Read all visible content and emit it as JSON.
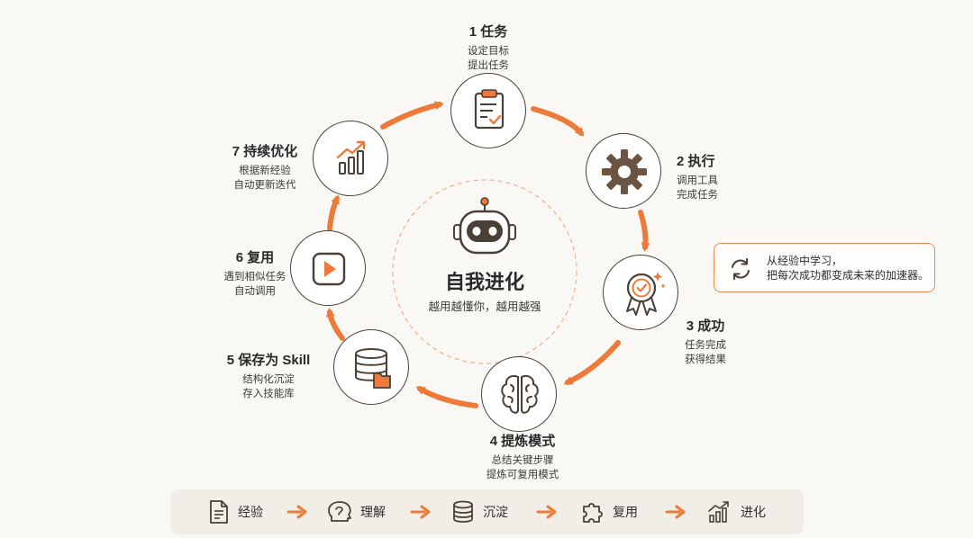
{
  "colors": {
    "accent": "#ee7a3a",
    "ink": "#4a4036",
    "background": "#faf8f4"
  },
  "center": {
    "title": "自我进化",
    "subtitle": "越用越懂你，越用越强",
    "icon": "robot-icon"
  },
  "steps": [
    {
      "title": "1 任务",
      "lines": [
        "设定目标",
        "提出任务"
      ],
      "icon": "clipboard-icon"
    },
    {
      "title": "2 执行",
      "lines": [
        "调用工具",
        "完成任务"
      ],
      "icon": "gear-icon"
    },
    {
      "title": "3 成功",
      "lines": [
        "任务完成",
        "获得结果"
      ],
      "icon": "award-badge-icon"
    },
    {
      "title": "4 提炼模式",
      "lines": [
        "总结关键步骤",
        "提炼可复用模式"
      ],
      "icon": "brain-icon"
    },
    {
      "title": "5 保存为 Skill",
      "lines": [
        "结构化沉淀",
        "存入技能库"
      ],
      "icon": "database-folder-icon"
    },
    {
      "title": "6 复用",
      "lines": [
        "遇到相似任务",
        "自动调用"
      ],
      "icon": "play-icon"
    },
    {
      "title": "7 持续优化",
      "lines": [
        "根据新经验",
        "自动更新迭代"
      ],
      "icon": "growth-chart-icon"
    }
  ],
  "note": {
    "lines": [
      "从经验中学习，",
      "把每次成功都变成未来的加速器。"
    ],
    "icon": "refresh-icon"
  },
  "flow": [
    {
      "label": "经验",
      "icon": "document-icon"
    },
    {
      "label": "理解",
      "icon": "head-icon"
    },
    {
      "label": "沉淀",
      "icon": "database-icon"
    },
    {
      "label": "复用",
      "icon": "puzzle-icon"
    },
    {
      "label": "进化",
      "icon": "growth-chart-icon"
    }
  ]
}
